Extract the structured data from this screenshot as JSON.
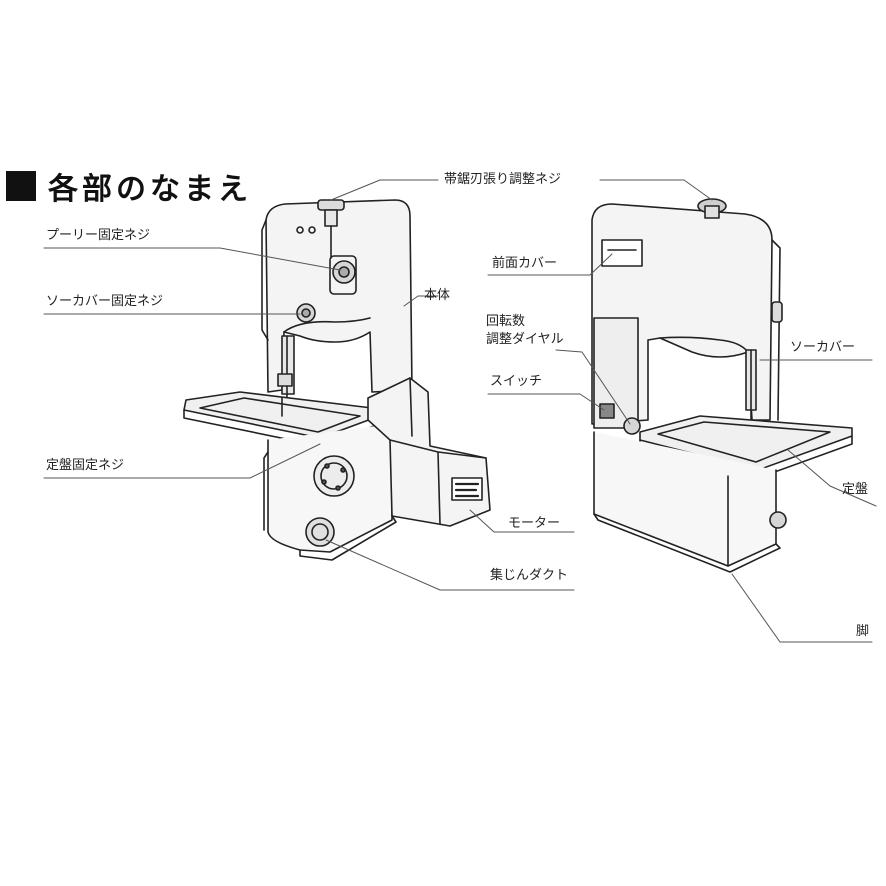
{
  "heading": {
    "title": "各部のなまえ"
  },
  "labels": {
    "blade_tension_knob": "帯鋸刃張り調整ネジ",
    "pulley_screw": "プーリー固定ネジ",
    "saw_cover_screw": "ソーカバー固定ネジ",
    "body": "本体",
    "table_screw": "定盤固定ネジ",
    "motor": "モーター",
    "dust_duct": "集じんダクト",
    "front_cover": "前面カバー",
    "speed_dial_line1": "回転数",
    "speed_dial_line2": "調整ダイヤル",
    "switch": "スイッチ",
    "saw_cover": "ソーカバー",
    "table": "定盤",
    "leg": "脚"
  }
}
